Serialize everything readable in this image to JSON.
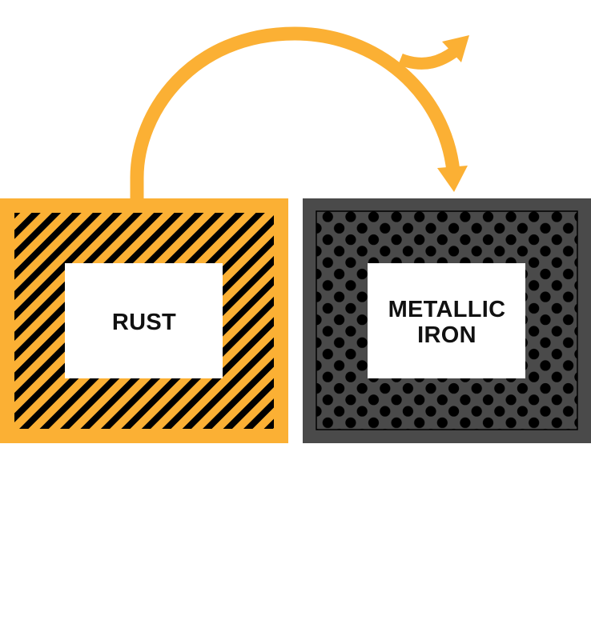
{
  "colors": {
    "rust_fill": "#FBB034",
    "iron_fill": "#4A4A4A",
    "stripe": "#000000",
    "dot": "#000000",
    "label_panel": "#FFFFFF",
    "label_text": "#111111",
    "arrow": "#FBB034",
    "background": "#FFFFFF"
  },
  "icons": {
    "arrow": "curved-arrow-icon"
  },
  "rust_box": {
    "label": "RUST",
    "pattern": "diagonal-stripes"
  },
  "iron_box": {
    "label_line1": "METALLIC",
    "label_line2": "IRON",
    "pattern": "dots"
  }
}
